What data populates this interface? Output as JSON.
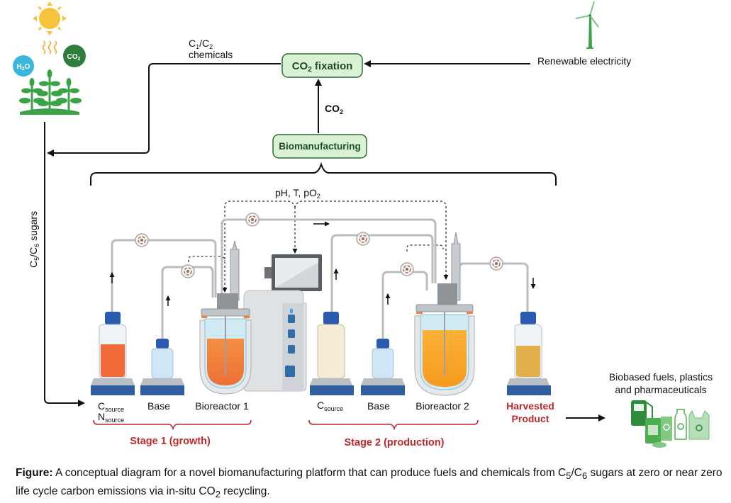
{
  "nodes": {
    "co2_fixation": {
      "label": "CO",
      "sub": "2",
      "label_after": " fixation"
    },
    "biomanufacturing": {
      "label": "Biomanufacturing"
    }
  },
  "labels": {
    "c1c2_line1_a": "C",
    "c1c2_line1_sub1": "1",
    "c1c2_line1_mid": "/C",
    "c1c2_line1_sub2": "2",
    "c1c2_line2": "chemicals",
    "renewable": "Renewable electricity",
    "co2_arrow": "CO",
    "co2_arrow_sub": "2",
    "sugars_a": "C",
    "sugars_sub1": "5",
    "sugars_mid": "/C",
    "sugars_sub2": "6",
    "sugars_after": " sugars",
    "sensors": "pH, T, pO",
    "sensors_sub": "2",
    "csource1": "C",
    "csource1_sub": "source",
    "nsource1": "N",
    "nsource1_sub": "source",
    "base1": "Base",
    "bioreactor1": "Bioreactor 1",
    "csource2": "C",
    "csource2_sub": "source",
    "base2": "Base",
    "bioreactor2": "Bioreactor 2",
    "harvested_line1": "Harvested",
    "harvested_line2": "Product",
    "stage1": "Stage 1 (growth)",
    "stage2": "Stage 2 (production)",
    "products_line1": "Biobased fuels, plastics",
    "products_line2": "and pharmaceuticals",
    "h2o": "H",
    "h2o_sub": "2",
    "h2o_after": "O",
    "co2_bubble": "CO",
    "co2_bubble_sub": "2"
  },
  "caption": {
    "prefix": "Figure:",
    "text1": " A conceptual diagram for a novel biomanufacturing platform that can produce fuels and chemicals from C",
    "sub1": "5",
    "text2": "/C",
    "sub2": "6",
    "text3": " sugars at zero or near zero life cycle carbon emissions via in-situ CO",
    "sub3": "2",
    "text4": " recycling."
  },
  "colors": {
    "node_fill": "#d9f2d5",
    "node_stroke": "#2f6b35",
    "stage_red": "#c0282d",
    "plant_green": "#3aa346",
    "sun": "#f7c33c",
    "h2o": "#3db6dc",
    "co2": "#2e7d3c"
  }
}
